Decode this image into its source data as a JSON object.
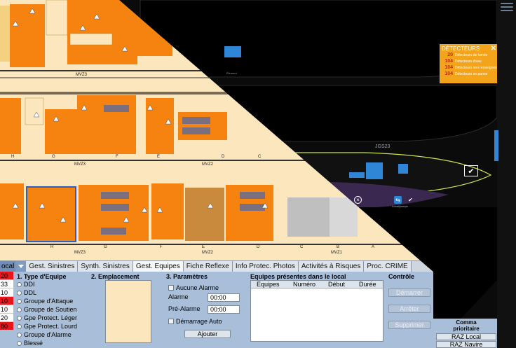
{
  "deck_labels": {
    "deck1": [
      "MVZ3"
    ],
    "deck2": [
      "H",
      "G",
      "F",
      "E",
      "D",
      "C",
      "MVZ3",
      "MVZ2"
    ],
    "deck3": [
      "H",
      "G",
      "F",
      "E",
      "D",
      "C",
      "B",
      "A",
      "MVZ3",
      "MVZ2",
      "MVZ1"
    ]
  },
  "tabs": {
    "local": "ocal",
    "items": [
      "Gest. Sinistres",
      "Synth. Sinistres",
      "Gest. Equipes",
      "Fiche Reflexe",
      "Info Protec. Photos",
      "Activités à Risques",
      "Proc. CRIME"
    ],
    "active_index": 2
  },
  "counts": [
    {
      "value": "20",
      "red": true
    },
    {
      "value": "33",
      "red": false
    },
    {
      "value": "10",
      "red": false
    },
    {
      "value": "10",
      "red": true
    },
    {
      "value": "10",
      "red": false
    },
    {
      "value": "20",
      "red": false
    },
    {
      "value": "80",
      "red": true
    }
  ],
  "type_equipe": {
    "title": "1. Type d'Equipe",
    "options": [
      "DDI",
      "DDL",
      "Groupe d'Attaque",
      "Groupe de Soutien",
      "Gpe Protect. Léger",
      "Gpe Protect. Lourd",
      "Groupe d'Alarme",
      "Blessé"
    ]
  },
  "emplacement": {
    "title": "2. Emplacement"
  },
  "parametres": {
    "title": "3. Paramètres",
    "aucune_alarme": "Aucune Alarme",
    "alarme_label": "Alarme",
    "alarme_value": "00:00",
    "pre_alarme_label": "Pré-Alarme",
    "pre_alarme_value": "00:00",
    "demarrage_auto": "Démarrage Auto",
    "ajouter": "Ajouter"
  },
  "equipes_presentes": {
    "title": "Equipes présentes dans le local",
    "columns": [
      "Equipes",
      "Numéro",
      "Début",
      "Durée"
    ]
  },
  "controle": {
    "title": "Contrôle",
    "buttons": [
      "Démarrer",
      "Arrêter",
      "Supprimer"
    ]
  },
  "commande": {
    "title_line1": "Comma",
    "title_line2": "prioritaire",
    "raz_local": "RAZ Local",
    "raz_navire": "RAZ Navire"
  },
  "detecteurs": {
    "title": "DÉTECTEURS",
    "rows": [
      {
        "count": "20",
        "label": "Détecteurs de fumée"
      },
      {
        "count": "104",
        "label": "Détecteurs d'eau"
      },
      {
        "count": "104",
        "label": "Détecteurs non renseignés"
      },
      {
        "count": "104",
        "label": "Détecteurs en panne"
      }
    ]
  },
  "dark_labels": {
    "jgs": "JGS23",
    "element": "Élément",
    "caption": "Local/pompe"
  },
  "colors": {
    "orange": "#f6830f",
    "cream": "#fbe6bd",
    "panel_blue": "#a9bfd9",
    "accent_blue": "#2f86d6",
    "alert_red": "#e8161b",
    "detect_orange": "#f4a41b"
  }
}
